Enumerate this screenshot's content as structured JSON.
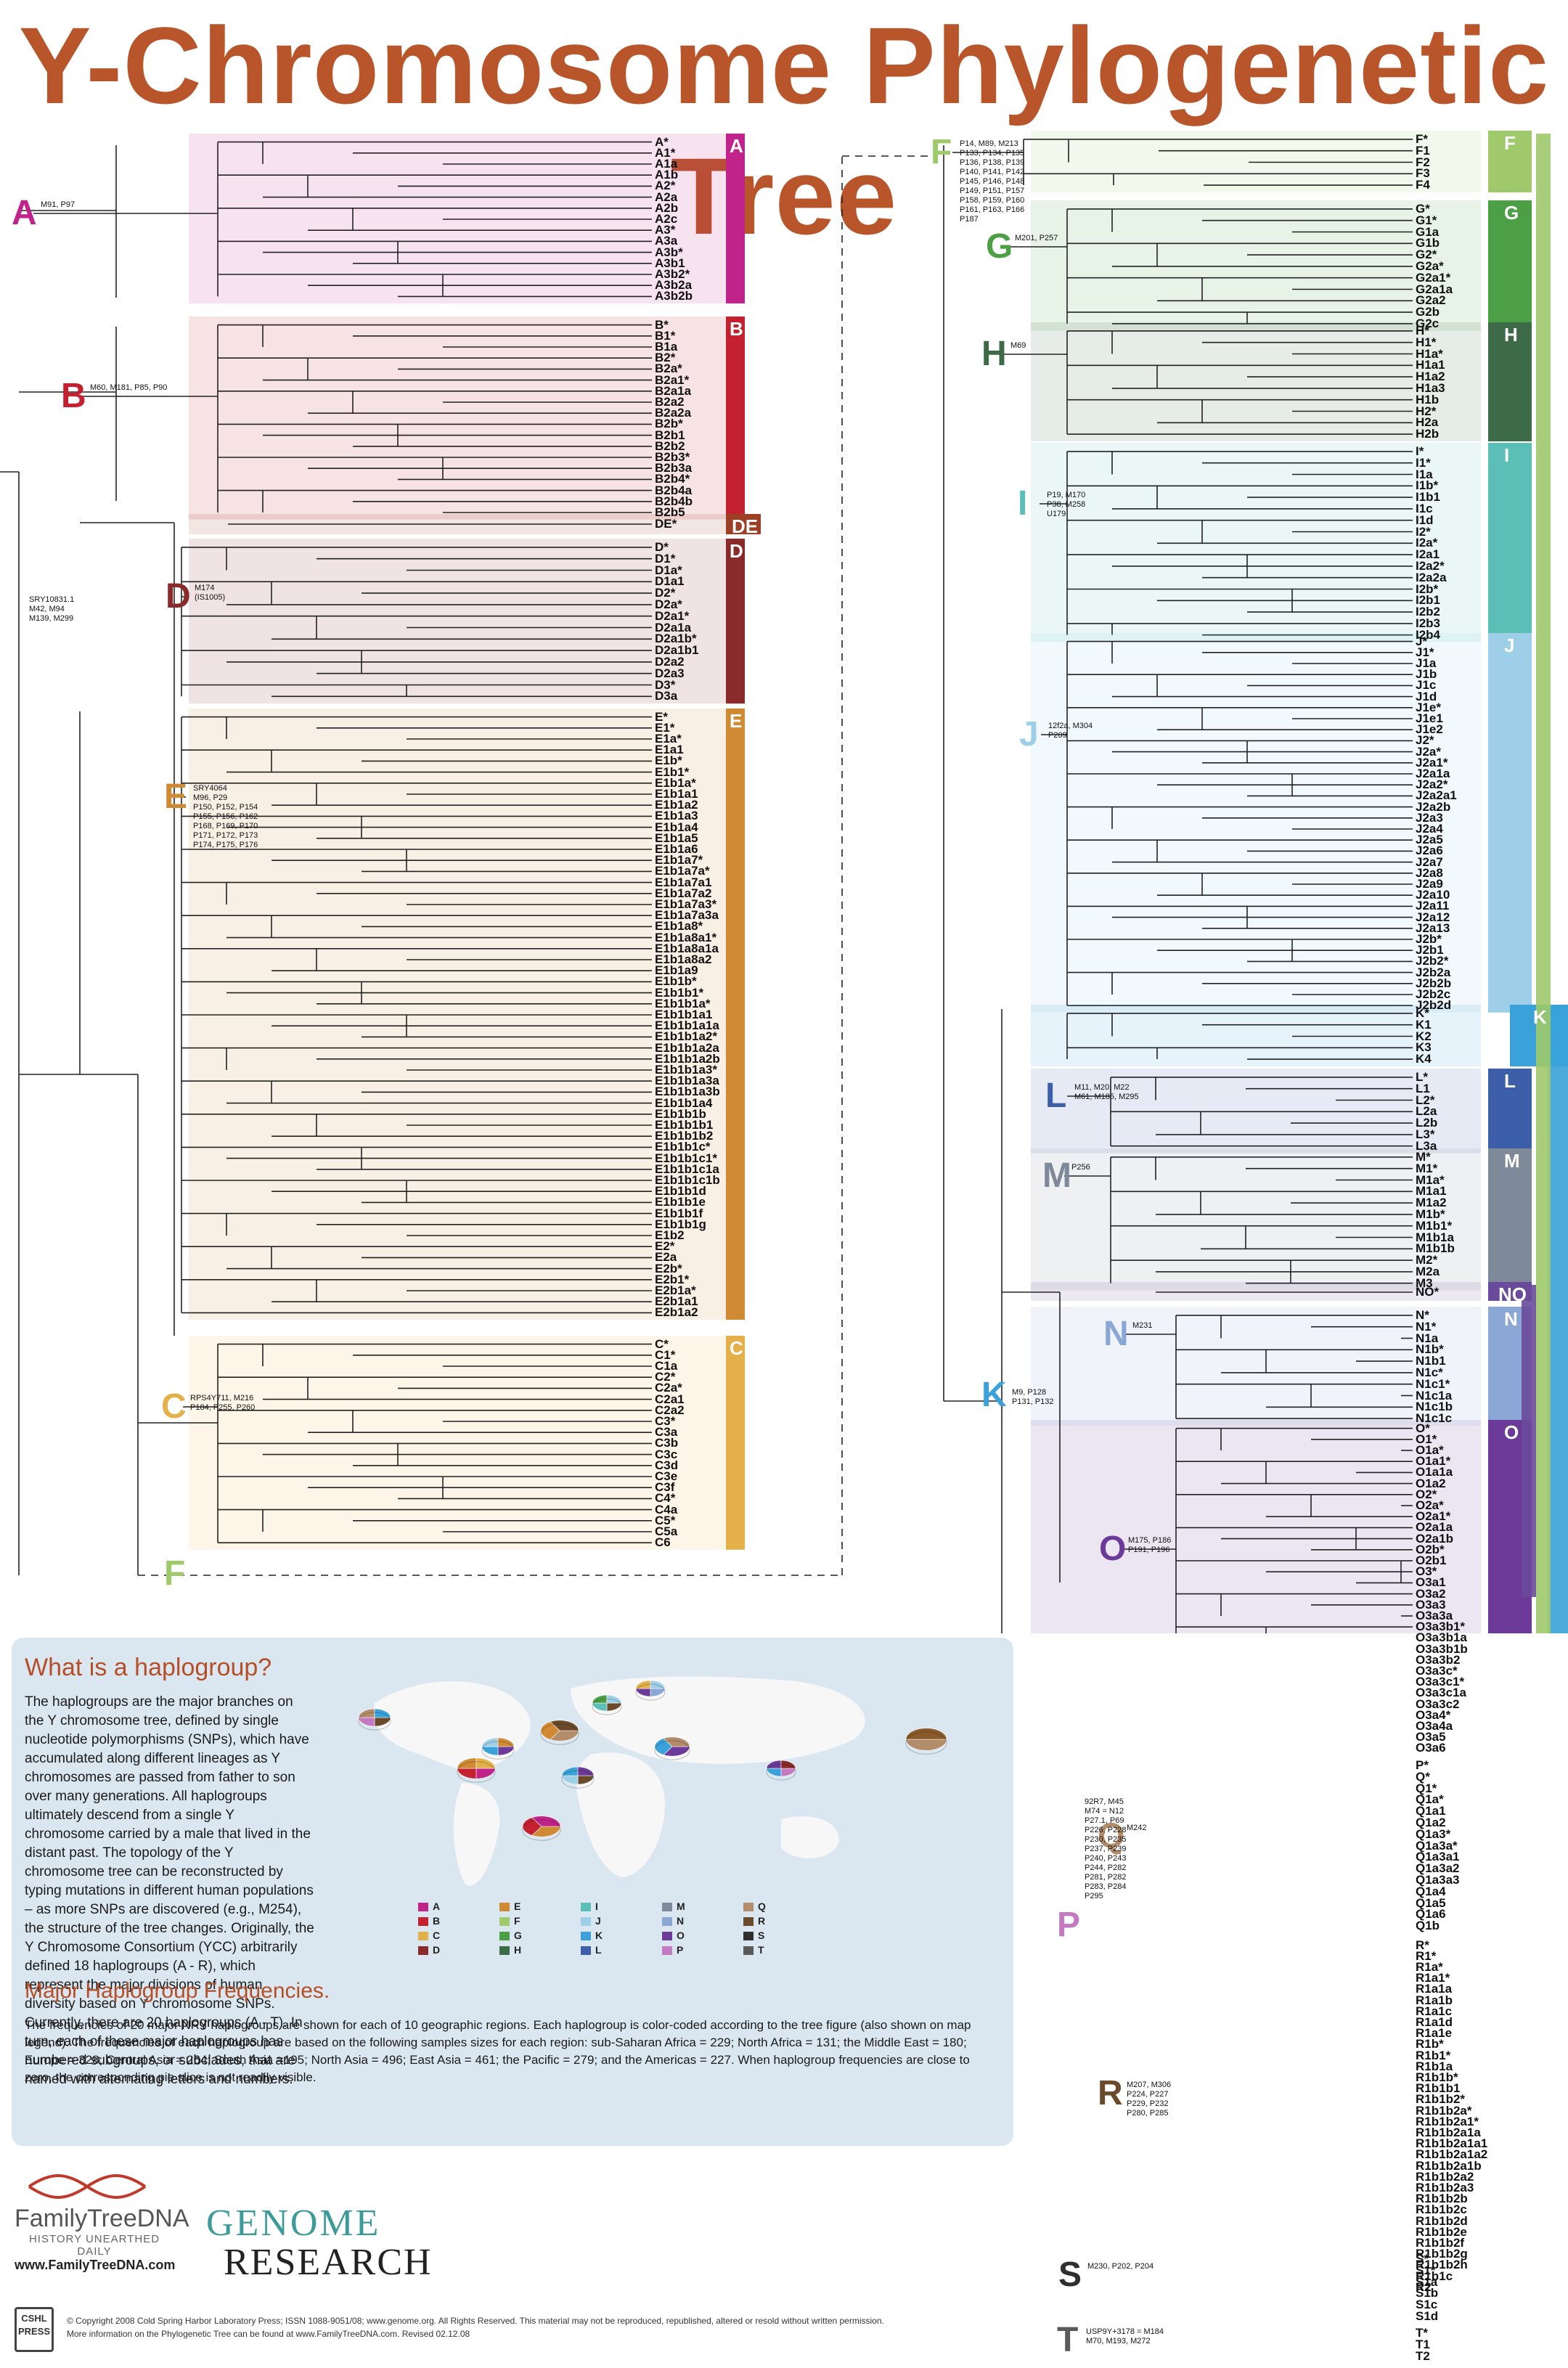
{
  "title": "Y-Chromosome Phylogenetic Tree",
  "colors": {
    "A": "#c0238a",
    "B": "#c3212f",
    "DE": "#9c3f25",
    "D": "#8b2a2a",
    "E": "#d08a33",
    "C": "#e4b04a",
    "F": "#9fc96a",
    "G": "#4c9f45",
    "H": "#3d6b48",
    "I": "#5bbfb7",
    "J": "#9dd0e8",
    "K": "#3aa2d8",
    "L": "#3d5ea8",
    "M": "#7e8a99",
    "NO": "#6a4a9a",
    "N": "#8aa7d6",
    "O": "#6c3b9a",
    "P": "#c47ac0",
    "Q": "#b38c6a",
    "R": "#6a4a2a",
    "S": "#2f2f2f",
    "T": "#5a5a5a"
  },
  "root_snps": "SRY10831.1\nM42, M94\nM139, M299",
  "left": {
    "A": {
      "letter": "A",
      "snps": "M91, P97",
      "labels": [
        "A*",
        "A1*",
        "A1a",
        "A1b",
        "A2*",
        "A2a",
        "A2b",
        "A2c",
        "A3*",
        "A3a",
        "A3b*",
        "A3b1",
        "A3b2*",
        "A3b2a",
        "A3b2b"
      ]
    },
    "B": {
      "letter": "B",
      "snps": "M60, M181, P85, P90",
      "labels": [
        "B*",
        "B1*",
        "B1a",
        "B2*",
        "B2a*",
        "B2a1*",
        "B2a1a",
        "B2a2",
        "B2a2a",
        "B2b*",
        "B2b1",
        "B2b2",
        "B2b3*",
        "B2b3a",
        "B2b4*",
        "B2b4a",
        "B2b4b",
        "B2b5"
      ]
    },
    "DE": {
      "letter": "DE",
      "labels": [
        "DE*"
      ]
    },
    "D": {
      "letter": "D",
      "snps": "M174\n(IS1005)",
      "labels": [
        "D*",
        "D1*",
        "D1a*",
        "D1a1",
        "D2*",
        "D2a*",
        "D2a1*",
        "D2a1a",
        "D2a1b*",
        "D2a1b1",
        "D2a2",
        "D2a3",
        "D3*",
        "D3a"
      ]
    },
    "E": {
      "letter": "E",
      "snps": "SRY4064\nM96, P29\nP150, P152, P154\nP155, P156, P162\nP168, P169, P170\nP171, P172, P173\nP174, P175, P176",
      "labels": [
        "E*",
        "E1*",
        "E1a*",
        "E1a1",
        "E1b*",
        "E1b1*",
        "E1b1a*",
        "E1b1a1",
        "E1b1a2",
        "E1b1a3",
        "E1b1a4",
        "E1b1a5",
        "E1b1a6",
        "E1b1a7*",
        "E1b1a7a*",
        "E1b1a7a1",
        "E1b1a7a2",
        "E1b1a7a3*",
        "E1b1a7a3a",
        "E1b1a8*",
        "E1b1a8a1*",
        "E1b1a8a1a",
        "E1b1a8a2",
        "E1b1a9",
        "E1b1b*",
        "E1b1b1*",
        "E1b1b1a*",
        "E1b1b1a1",
        "E1b1b1a1a",
        "E1b1b1a2*",
        "E1b1b1a2a",
        "E1b1b1a2b",
        "E1b1b1a3*",
        "E1b1b1a3a",
        "E1b1b1a3b",
        "E1b1b1a4",
        "E1b1b1b",
        "E1b1b1b1",
        "E1b1b1b2",
        "E1b1b1c*",
        "E1b1b1c1*",
        "E1b1b1c1a",
        "E1b1b1c1b",
        "E1b1b1d",
        "E1b1b1e",
        "E1b1b1f",
        "E1b1b1g",
        "E1b2",
        "E2*",
        "E2a",
        "E2b*",
        "E2b1*",
        "E2b1a*",
        "E2b1a1",
        "E2b1a2"
      ]
    },
    "C": {
      "letter": "C",
      "snps": "RPS4Y711, M216\nP184, P255, P260",
      "labels": [
        "C*",
        "C1*",
        "C1a",
        "C2*",
        "C2a*",
        "C2a1",
        "C2a2",
        "C3*",
        "C3a",
        "C3b",
        "C3c",
        "C3d",
        "C3e",
        "C3f",
        "C4*",
        "C4a",
        "C5*",
        "C5a",
        "C6"
      ]
    },
    "F": {
      "letter": "F"
    }
  },
  "right": {
    "F": {
      "letter": "F",
      "snps": "P14, M89, M213\nP133, P134, P135\nP136, P138, P139\nP140, P141, P142\nP145, P146, P148\nP149, P151, P157\nP158, P159, P160\nP161, P163, P166\nP187",
      "labels": [
        "F*",
        "F1",
        "F2",
        "F3",
        "F4"
      ]
    },
    "G": {
      "letter": "G",
      "snps": "M201, P257",
      "labels": [
        "G*",
        "G1*",
        "G1a",
        "G1b",
        "G2*",
        "G2a*",
        "G2a1*",
        "G2a1a",
        "G2a2",
        "G2b",
        "G2c"
      ]
    },
    "H": {
      "letter": "H",
      "snps": "M69",
      "labels": [
        "H*",
        "H1*",
        "H1a*",
        "H1a1",
        "H1a2",
        "H1a3",
        "H1b",
        "H2*",
        "H2a",
        "H2b"
      ]
    },
    "I": {
      "letter": "I",
      "snps": "P19, M170\nP38, M258\nU179",
      "labels": [
        "I*",
        "I1*",
        "I1a",
        "I1b*",
        "I1b1",
        "I1c",
        "I1d",
        "I2*",
        "I2a*",
        "I2a1",
        "I2a2*",
        "I2a2a",
        "I2b*",
        "I2b1",
        "I2b2",
        "I2b3",
        "I2b4"
      ]
    },
    "J": {
      "letter": "J",
      "snps": "12f2a, M304\nP209",
      "labels": [
        "J*",
        "J1*",
        "J1a",
        "J1b",
        "J1c",
        "J1d",
        "J1e*",
        "J1e1",
        "J1e2",
        "J2*",
        "J2a*",
        "J2a1*",
        "J2a1a",
        "J2a2*",
        "J2a2a1",
        "J2a2b",
        "J2a3",
        "J2a4",
        "J2a5",
        "J2a6",
        "J2a7",
        "J2a8",
        "J2a9",
        "J2a10",
        "J2a11",
        "J2a12",
        "J2a13",
        "J2b*",
        "J2b1",
        "J2b2*",
        "J2b2a",
        "J2b2b",
        "J2b2c",
        "J2b2d"
      ]
    },
    "K": {
      "letter": "K",
      "snps": "M9, P128\nP131, P132",
      "labels": [
        "K*",
        "K1",
        "K2",
        "K3",
        "K4"
      ]
    },
    "L": {
      "letter": "L",
      "snps": "M11, M20, M22\nM61, M185, M295",
      "labels": [
        "L*",
        "L1",
        "L2*",
        "L2a",
        "L2b",
        "L3*",
        "L3a"
      ]
    },
    "M": {
      "letter": "M",
      "snps": "P256",
      "labels": [
        "M*",
        "M1*",
        "M1a*",
        "M1a1",
        "M1a2",
        "M1b*",
        "M1b1*",
        "M1b1a",
        "M1b1b",
        "M2*",
        "M2a",
        "M3"
      ]
    },
    "NO": {
      "letter": "NO",
      "labels": [
        "NO*"
      ]
    },
    "N": {
      "letter": "N",
      "snps": "M231",
      "labels": [
        "N*",
        "N1*",
        "N1a",
        "N1b*",
        "N1b1",
        "N1c*",
        "N1c1*",
        "N1c1a",
        "N1c1b",
        "N1c1c"
      ]
    },
    "O": {
      "letter": "O",
      "snps": "M175, P186\nP191, P196",
      "labels": [
        "O*",
        "O1*",
        "O1a*",
        "O1a1*",
        "O1a1a",
        "O1a2",
        "O2*",
        "O2a*",
        "O2a1*",
        "O2a1a",
        "O2a1b",
        "O2b*",
        "O2b1",
        "O3*",
        "O3a1",
        "O3a2",
        "O3a3",
        "O3a3a",
        "O3a3b1*",
        "O3a3b1a",
        "O3a3b1b",
        "O3a3b2",
        "O3a3c*",
        "O3a3c1*",
        "O3a3c1a",
        "O3a3c2",
        "O3a4*",
        "O3a4a",
        "O3a5",
        "O3a6"
      ]
    },
    "P": {
      "letter": "P",
      "snps": "92R7, M45\nM74 = N12\nP27.1, P69\nP226, P228\nP230, P235\nP237, P239\nP240, P243\nP244, P282\nP281, P282\nP283, P284\nP295"
    },
    "Q": {
      "letter": "Q",
      "snps": "M242",
      "labels": [
        "P*",
        "Q*",
        "Q1*",
        "Q1a*",
        "Q1a1",
        "Q1a2",
        "Q1a3*",
        "Q1a3a*",
        "Q1a3a1",
        "Q1a3a2",
        "Q1a3a3",
        "Q1a4",
        "Q1a5",
        "Q1a6",
        "Q1b"
      ]
    },
    "R": {
      "letter": "R",
      "snps": "M207, M306\nP224, P227\nP229, P232\nP280, P285",
      "labels": [
        "R*",
        "R1*",
        "R1a*",
        "R1a1*",
        "R1a1a",
        "R1a1b",
        "R1a1c",
        "R1a1d",
        "R1a1e",
        "R1b*",
        "R1b1*",
        "R1b1a",
        "R1b1b*",
        "R1b1b1",
        "R1b1b2*",
        "R1b1b2a*",
        "R1b1b2a1*",
        "R1b1b2a1a",
        "R1b1b2a1a1",
        "R1b1b2a1a2",
        "R1b1b2a1b",
        "R1b1b2a2",
        "R1b1b2a3",
        "R1b1b2b",
        "R1b1b2c",
        "R1b1b2d",
        "R1b1b2e",
        "R1b1b2f",
        "R1b1b2g",
        "R1b1b2h",
        "R1b1c",
        "R2"
      ]
    },
    "S": {
      "letter": "S",
      "snps": "M230, P202, P204",
      "labels": [
        "S*",
        "S1*",
        "S1a",
        "S1b",
        "S1c",
        "S1d"
      ]
    },
    "T": {
      "letter": "T",
      "snps": "USP9Y+3178 = M184\nM70, M193, M272",
      "labels": [
        "T*",
        "T1",
        "T2"
      ]
    }
  },
  "info": {
    "haplo_title": "What is a haplogroup?",
    "haplo_text": "The haplogroups are the major branches on the Y chromosome tree, defined by single nucleotide polymorphisms (SNPs), which have accumulated along different lineages as Y chromosomes are passed from father to son over many generations. All haplogroups ultimately descend from a single Y chromosome carried by a male that lived in the distant past. The topology of the Y chromosome tree can be reconstructed by typing mutations in different human populations – as more SNPs are discovered (e.g., M254), the structure of the tree changes. Originally, the Y Chromosome Consortium (YCC) arbitrarily defined 18 haplogroups (A - R), which represent the major divisions of human diversity based on Y chromosome SNPs. Currently, there are 20 haplogroups (A - T). In turn, each of these major haplogroups has numbered subgroups, or subclades, that are named with alternating letters and numbers.",
    "freq_title": "Major Haplogroup Frequencies.",
    "freq_text": "The frequencies of 20 major NRY haplogroups are shown for each of 10 geographic regions. Each haplogroup is color-coded according to the tree figure (also shown on map legend). The frequencies of each haplogroup are based on the following samples sizes for each region: sub-Saharan Africa = 229; North Africa = 131; the Middle East = 180; Europe = 328; Central Asia = 264; South Asia =195; North Asia = 496; East Asia = 461; the Pacific = 279; and the Americas = 227. When haplogroup frequencies are close to zero, the corresponding pie slice is not readily visible.",
    "legend": [
      "A",
      "B",
      "C",
      "D",
      "E",
      "F",
      "G",
      "H",
      "I",
      "J",
      "K",
      "L",
      "M",
      "N",
      "O",
      "P",
      "Q",
      "R",
      "S",
      "T"
    ]
  },
  "ftdna": {
    "name": "FamilyTreeDNA",
    "tagline": "HISTORY UNEARTHED DAILY",
    "url": "www.FamilyTreeDNA.com"
  },
  "genome": {
    "line1": "GENOME",
    "line2": "RESEARCH"
  },
  "cshl": "CSHL\nPRESS",
  "copyright": "© Copyright 2008 Cold Spring Harbor Laboratory Press; ISSN 1088-9051/08; www.genome.org. All Rights Reserved. This material may not be reproduced, republished, altered or resold without written permission.\nMore information on the Phylogenetic Tree can be found at www.FamilyTreeDNA.com. Revised 02.12.08"
}
